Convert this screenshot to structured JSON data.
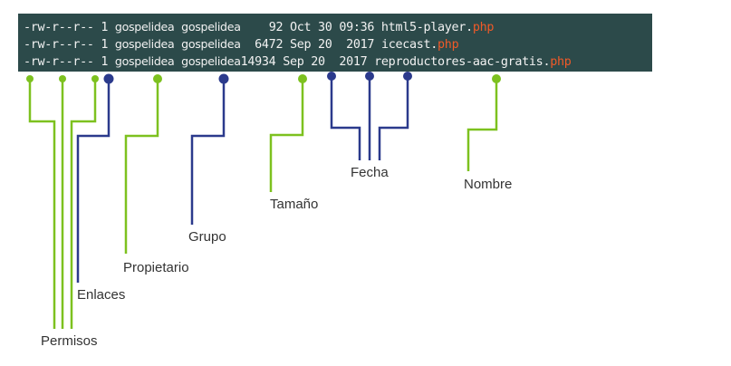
{
  "terminal": {
    "rows": [
      {
        "perms": "-rw-r--r--",
        "links": "1",
        "owner": "gospelidea",
        "group": "gospelidea",
        "size": "92",
        "month": "Oct",
        "day": "30",
        "time": "09:36",
        "name": "html5-player.",
        "ext": "php"
      },
      {
        "perms": "-rw-r--r--",
        "links": "1",
        "owner": "gospelidea",
        "group": "gospelidea",
        "size": "6472",
        "month": "Sep",
        "day": "20",
        "time": "2017",
        "name": "icecast.",
        "ext": "php"
      },
      {
        "perms": "-rw-r--r--",
        "links": "1",
        "owner": "gospelidea",
        "group": "gospelidea",
        "size": "14934",
        "month": "Sep",
        "day": "20",
        "time": "2017",
        "name": "reproductores-aac-gratis.",
        "ext": "php"
      }
    ]
  },
  "labels": {
    "permisos": "Permisos",
    "enlaces": "Enlaces",
    "propietario": "Propietario",
    "grupo": "Grupo",
    "tamano": "Tamaño",
    "fecha": "Fecha",
    "nombre": "Nombre"
  },
  "colors": {
    "green": "#7dc11f",
    "navy": "#2b3a8c",
    "terminal_bg": "#2c4a4a",
    "extension": "#f05a28"
  }
}
